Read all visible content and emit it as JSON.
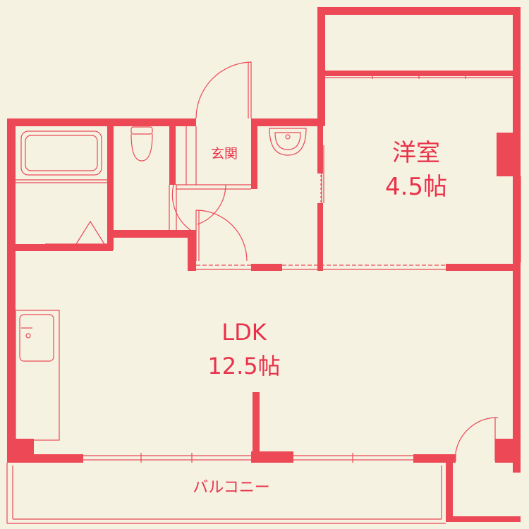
{
  "colors": {
    "background": "#f5f2e2",
    "wall": "#ec4856",
    "text": "#e8324a"
  },
  "rooms": {
    "western_room": {
      "name": "洋室",
      "size": "4.5帖"
    },
    "ldk": {
      "name": "LDK",
      "size": "12.5帖"
    },
    "entrance": {
      "name": "玄関"
    },
    "balcony": {
      "name": "バルコニー"
    }
  },
  "fixtures": [
    "bathtub-icon",
    "toilet-icon",
    "washbasin-icon",
    "kitchen-sink-icon",
    "washing-machine-pan-icon"
  ]
}
